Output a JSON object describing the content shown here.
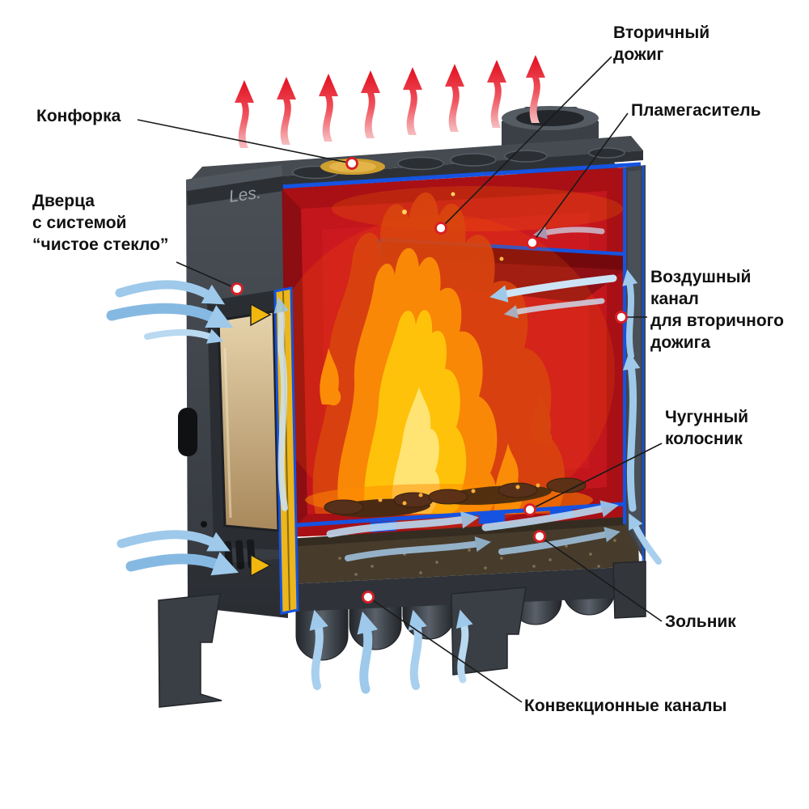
{
  "diagram": {
    "labels": {
      "secondary_afterburn": "Вторичный\nдожиг",
      "flame_arrester": "Пламегаситель",
      "cooktop_burner": "Конфорка",
      "door_clean_glass": "Дверца\nс системой\n“чистое стекло”",
      "secondary_air_channel": "Воздушный\nканал\nдля вторичного\nдожига",
      "cast_iron_grate": "Чугунный\nколосник",
      "ash_pan": "Зольник",
      "convection_channels": "Конвекционные каналы"
    },
    "brand": "Les.",
    "colors": {
      "outline_blue": "#1553e0",
      "firebox_red": "#c2161c",
      "flame_orange": "#fb8c07",
      "heat_arrow_red": "#e20e1e",
      "air_arrow_blue": "#9ec9ea",
      "body_gray": "#3c4147",
      "label_text": "#111111"
    }
  }
}
